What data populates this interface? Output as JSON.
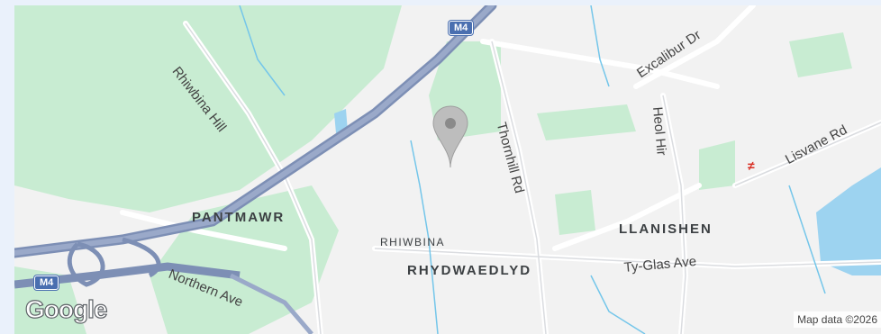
{
  "map": {
    "motorway_shields": [
      "M4",
      "M4"
    ],
    "areas": {
      "pantmawr": "PANTMAWR",
      "llanishen": "LLANISHEN",
      "rhiwbina": "RHIWBINA",
      "rhydwaedlyd": "RHYDWAEDLYD"
    },
    "roads": {
      "rhiwbina_hill": "Rhiwbina Hill",
      "excalibur": "Excalibur Dr",
      "heol_hir": "Heol Hir",
      "thornhill": "Thornhill Rd",
      "lisvane": "Lisvane Rd",
      "tyglas": "Ty-Glas Ave",
      "northern": "Northern Ave"
    },
    "logo": "Google",
    "attribution": "Map data ©2026",
    "rail_icon": "rail-station-icon",
    "pin_icon": "map-pin-icon"
  }
}
